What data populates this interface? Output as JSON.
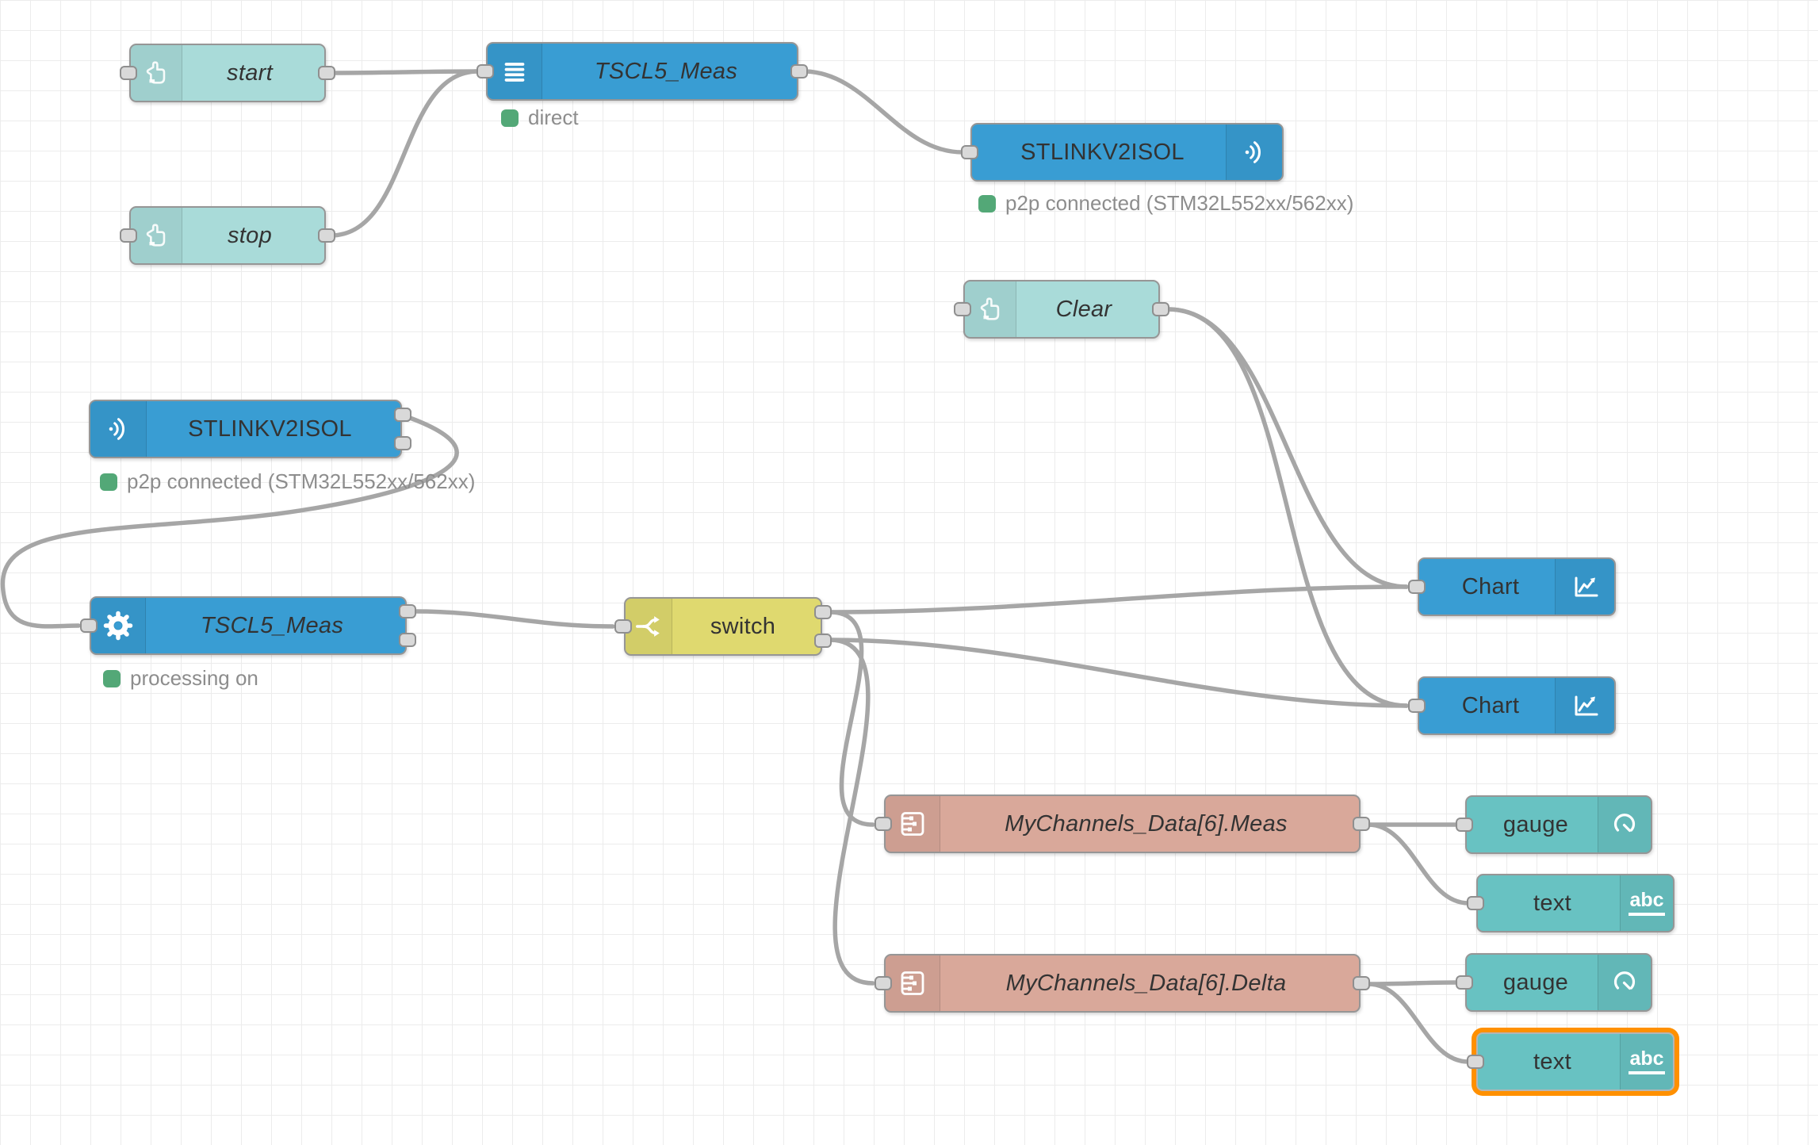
{
  "app": {
    "description": "Node-RED style flow editor canvas"
  },
  "colors": {
    "node_blue": "#399dd3",
    "inject_teal": "#a9dbd9",
    "switch_yellow": "#dfd96f",
    "function_salmon": "#d9a89a",
    "dashboard_teal": "#68c2c2",
    "status_green": "#53a877",
    "selection_orange": "#ff9000",
    "wire_gray": "#a6a6a6",
    "grid_line": "#ececec"
  },
  "nodes": {
    "start": {
      "label": "start"
    },
    "stop": {
      "label": "stop"
    },
    "tscl5_top": {
      "label": "TSCL5_Meas",
      "status": "direct"
    },
    "stlink_top": {
      "label": "STLINKV2ISOL",
      "status": "p2p connected (STM32L552xx/562xx)"
    },
    "clear": {
      "label": "Clear"
    },
    "stlink_left": {
      "label": "STLINKV2ISOL",
      "status": "p2p connected (STM32L552xx/562xx)"
    },
    "tscl5_left": {
      "label": "TSCL5_Meas",
      "status": "processing on"
    },
    "switch": {
      "label": "switch"
    },
    "chart_top": {
      "label": "Chart"
    },
    "chart_bottom": {
      "label": "Chart"
    },
    "meas": {
      "label": "MyChannels_Data[6].Meas"
    },
    "delta": {
      "label": "MyChannels_Data[6].Delta"
    },
    "gauge_top": {
      "label": "gauge"
    },
    "text_top": {
      "label": "text"
    },
    "gauge_bottom": {
      "label": "gauge"
    },
    "text_bottom": {
      "label": "text",
      "selected": true
    }
  },
  "icons": {
    "text_glyph": "abc"
  }
}
